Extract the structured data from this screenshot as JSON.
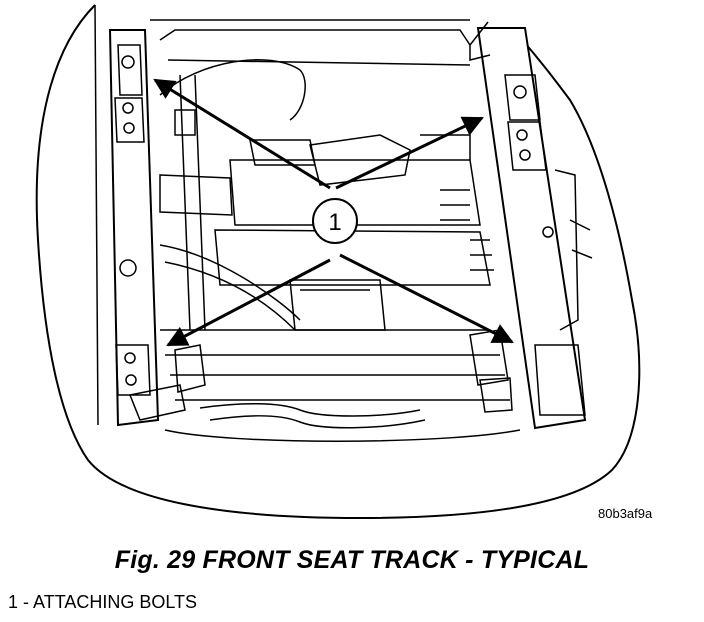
{
  "figure": {
    "reference_code": "80b3af9a",
    "callout_number": "1",
    "caption": "Fig. 29 FRONT SEAT TRACK - TYPICAL"
  },
  "legend": {
    "items": [
      {
        "number": "1",
        "separator": " - ",
        "label": "ATTACHING BOLTS"
      }
    ]
  }
}
